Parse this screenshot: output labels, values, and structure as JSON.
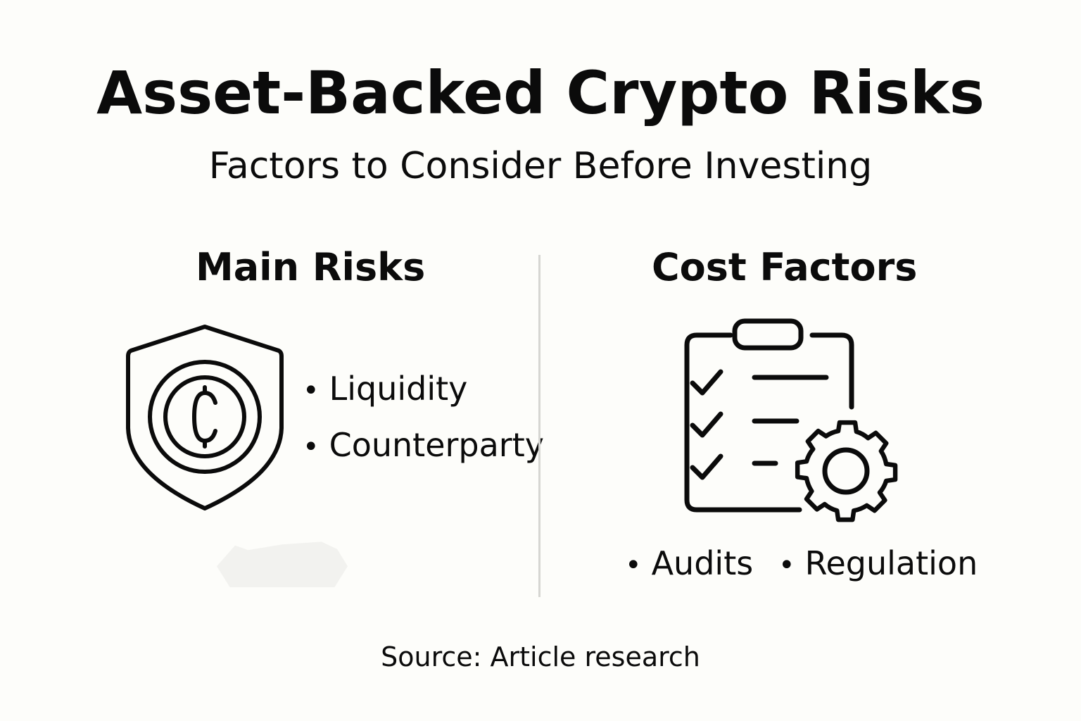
{
  "header": {
    "title": "Asset-Backed Crypto Risks",
    "subtitle": "Factors to Consider Before Investing"
  },
  "left_panel": {
    "heading": "Main Risks",
    "icon": "shield-coin-icon",
    "bullets": [
      "Liquidity",
      "Counterparty"
    ]
  },
  "right_panel": {
    "heading": "Cost Factors",
    "icon": "clipboard-checklist-gear-icon",
    "bullets": [
      "Audits",
      "Regulation"
    ]
  },
  "footer": {
    "source": "Source: Article research"
  },
  "colors": {
    "background": "#fdfdfa",
    "ink": "#0b0b0b",
    "divider": "#d6d6d2"
  }
}
